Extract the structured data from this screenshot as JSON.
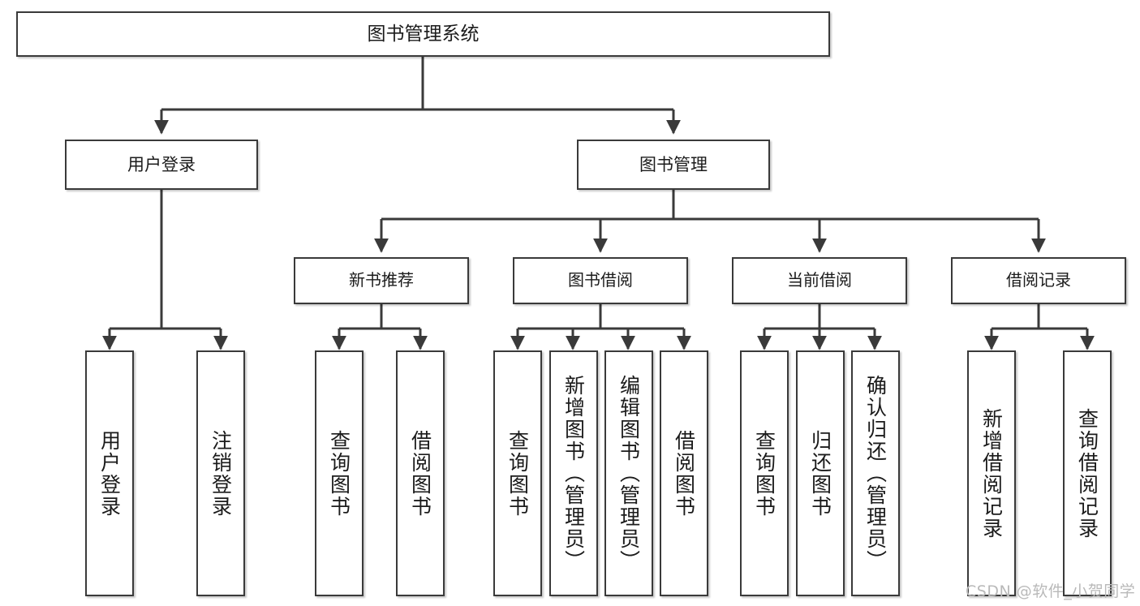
{
  "diagram": {
    "title": "图书管理系统",
    "type": "tree",
    "watermark": "CSDN @软件_小贺同学"
  },
  "root": {
    "label": "图书管理系统"
  },
  "level2": [
    {
      "label": "用户登录"
    },
    {
      "label": "图书管理"
    }
  ],
  "level3": [
    {
      "label": "新书推荐"
    },
    {
      "label": "图书借阅"
    },
    {
      "label": "当前借阅"
    },
    {
      "label": "借阅记录"
    }
  ],
  "leaves": {
    "user_login": [
      {
        "label": "用户登录"
      },
      {
        "label": "注销登录"
      }
    ],
    "new_books": [
      {
        "label": "查询图书"
      },
      {
        "label": "借阅图书"
      }
    ],
    "book_borrow": [
      {
        "label": "查询图书"
      },
      {
        "label": "新增图书（管理员）"
      },
      {
        "label": "编辑图书（管理员）"
      },
      {
        "label": "借阅图书"
      }
    ],
    "current_borrow": [
      {
        "label": "查询图书"
      },
      {
        "label": "归还图书"
      },
      {
        "label": "确认归还（管理员）"
      }
    ],
    "borrow_records": [
      {
        "label": "新增借阅记录"
      },
      {
        "label": "查询借阅记录"
      }
    ]
  },
  "colors": {
    "stroke": "#3a3a3a",
    "fill": "#ffffff",
    "text": "#1b1b1b",
    "watermark": "#b9b9b9"
  }
}
